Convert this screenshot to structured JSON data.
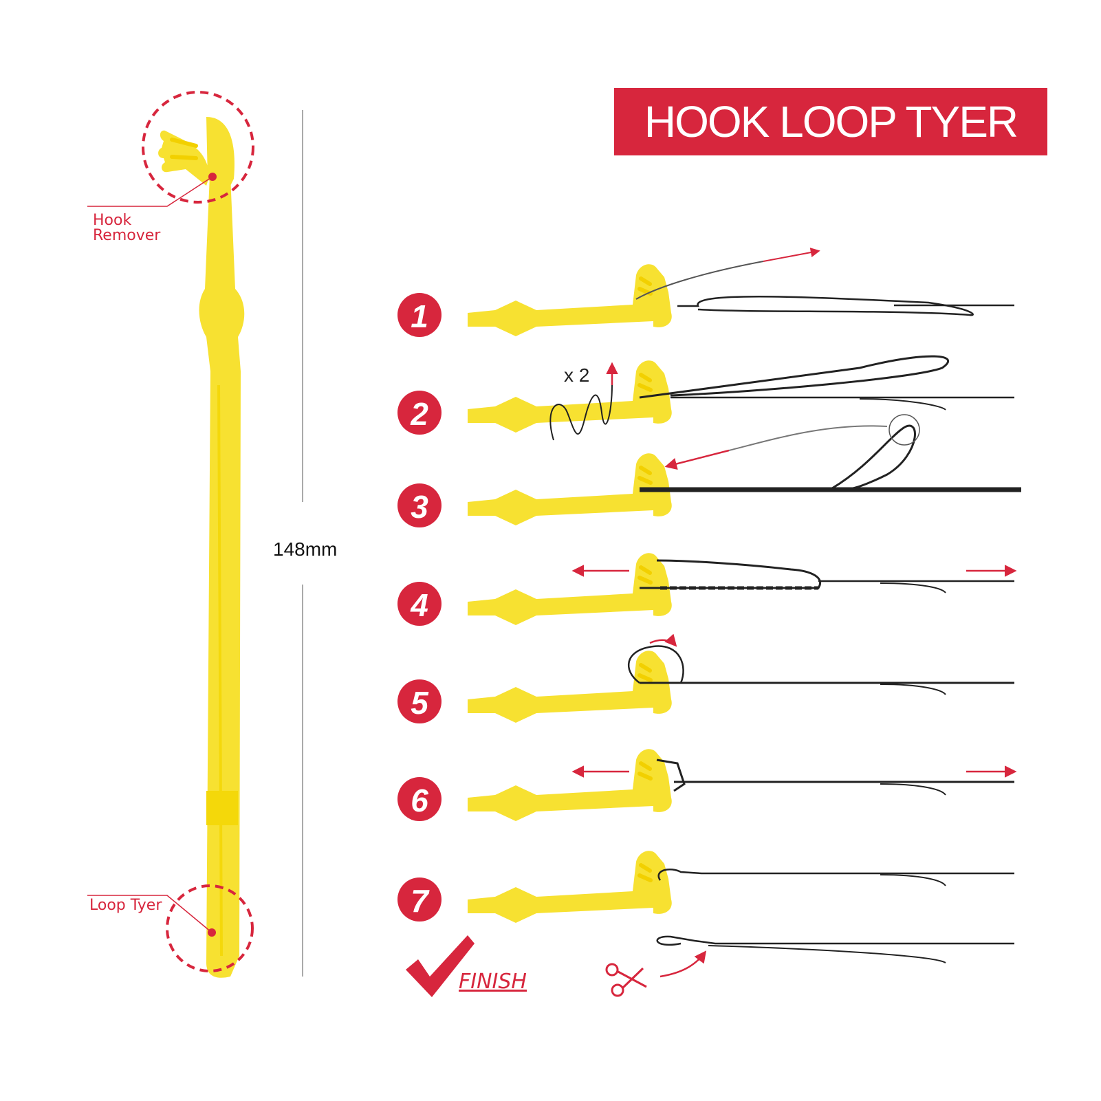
{
  "title": "HOOK LOOP TYER",
  "labels": {
    "hook_remover": "Hook\nRemover",
    "loop_tyer": "Loop Tyer",
    "length": "148mm",
    "finish": "FINISH",
    "wrap_count": "x 2"
  },
  "steps": [
    "1",
    "2",
    "3",
    "4",
    "5",
    "6",
    "7"
  ],
  "colors": {
    "accent": "#d7263d",
    "tool": "#f7e131",
    "line": "#222222"
  }
}
